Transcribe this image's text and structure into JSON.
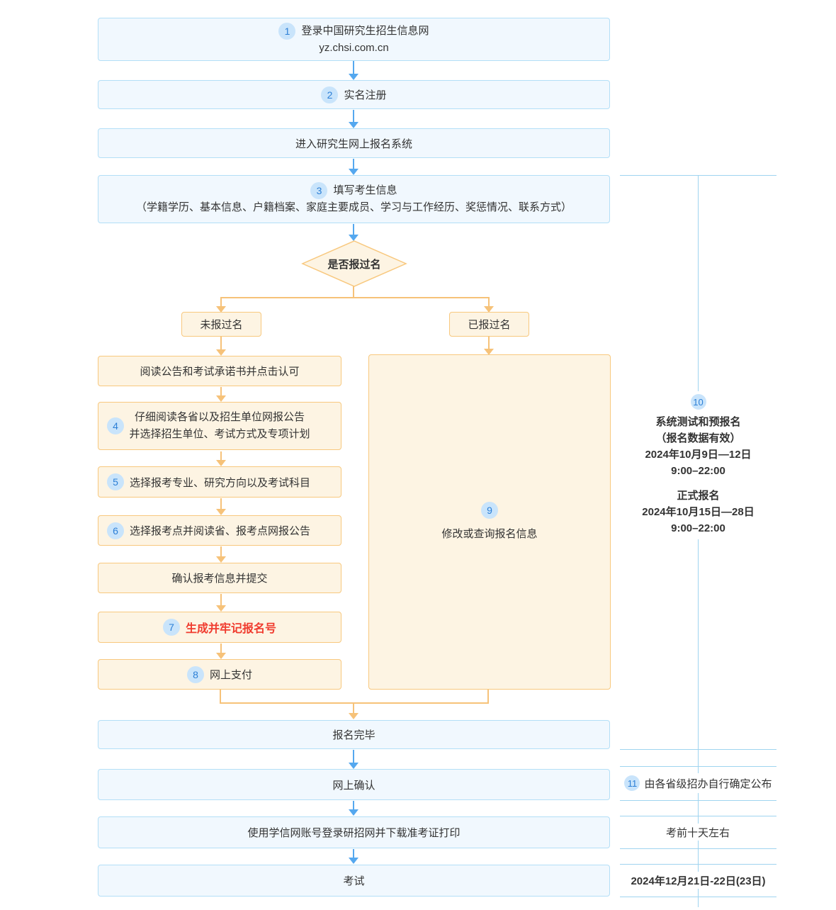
{
  "palette": {
    "blue_box_fill": "#f1f8fe",
    "blue_box_border": "#b3dff7",
    "orange_box_fill": "#fdf4e3",
    "orange_box_border": "#f8c87e",
    "arrow_blue": "#55a8ef",
    "arrow_orange": "#f6c279",
    "badge_bg": "#c9e4fb",
    "badge_text": "#2c7fd6",
    "highlight_red": "#f03b2e"
  },
  "flow": {
    "step1": {
      "num": "1",
      "title": "登录中国研究生招生信息网",
      "url": "yz.chsi.com.cn"
    },
    "step2": {
      "num": "2",
      "label": "实名注册"
    },
    "step3": {
      "label": "进入研究生网上报名系统"
    },
    "step4": {
      "num": "3",
      "title": "填写考生信息",
      "detail": "（学籍学历、基本信息、户籍档案、家庭主要成员、学习与工作经历、奖惩情况、联系方式）"
    },
    "decision": {
      "label": "是否报过名"
    },
    "branch_no": {
      "label": "未报过名"
    },
    "branch_yes": {
      "label": "已报过名"
    },
    "left_steps": [
      {
        "label": "阅读公告和考试承诺书并点击认可"
      },
      {
        "num": "4",
        "line1": "仔细阅读各省以及招生单位网报公告",
        "line2": "并选择招生单位、考试方式及专项计划"
      },
      {
        "num": "5",
        "label": "选择报考专业、研究方向以及考试科目"
      },
      {
        "num": "6",
        "label": "选择报考点并阅读省、报考点网报公告"
      },
      {
        "label": "确认报考信息并提交"
      },
      {
        "num": "7",
        "label": "生成并牢记报名号"
      },
      {
        "num": "8",
        "label": "网上支付"
      }
    ],
    "step9": {
      "num": "9",
      "label": "修改或查询报名信息"
    },
    "step_complete": {
      "label": "报名完毕"
    },
    "step_confirm": {
      "label": "网上确认"
    },
    "step_ticket": {
      "label": "使用学信网账号登录研招网并下载准考证打印"
    },
    "step_exam": {
      "label": "考试"
    }
  },
  "timeline": {
    "period10": {
      "num": "10",
      "title": "系统测试和预报名",
      "note": "（报名数据有效）",
      "date1": "2024年10月9日—12日",
      "time1": "9:00–22:00",
      "title2": "正式报名",
      "date2": "2024年10月15日—28日",
      "time2": "9:00–22:00"
    },
    "note11": {
      "num": "11",
      "label": "由各省级招办自行确定公布"
    },
    "note_ticket": {
      "label": "考前十天左右"
    },
    "note_exam": {
      "label": "2024年12月21日-22日(23日)"
    }
  }
}
